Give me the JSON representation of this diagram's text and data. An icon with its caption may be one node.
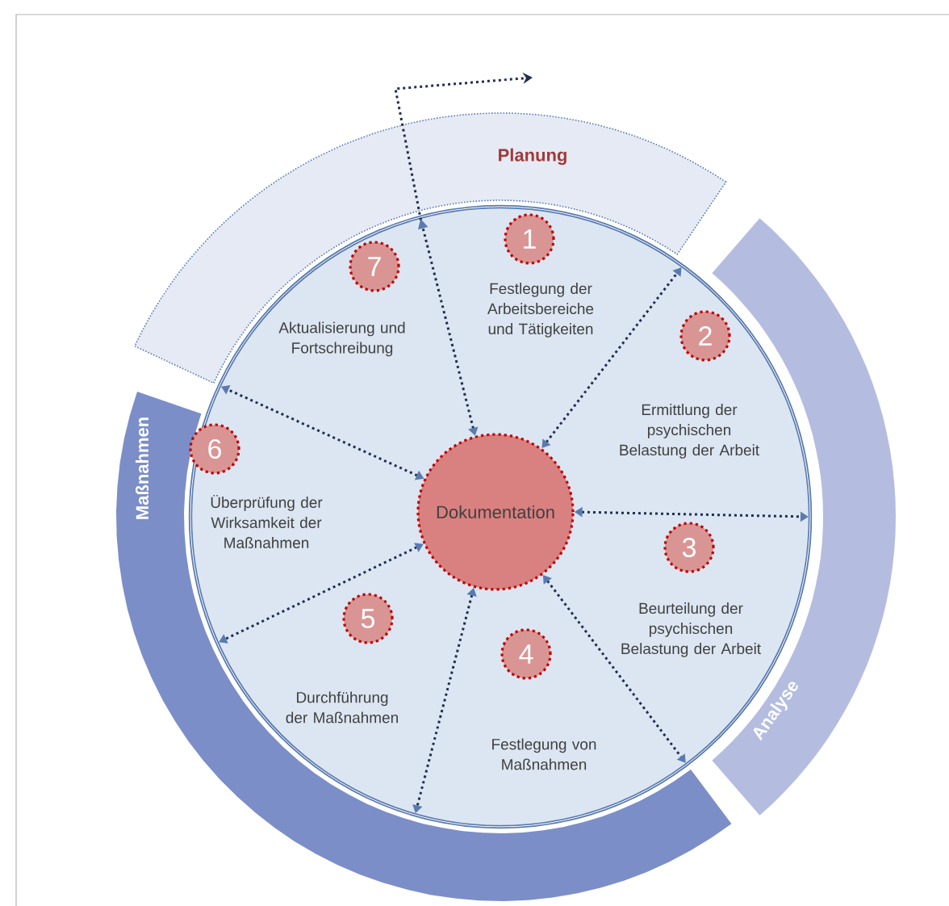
{
  "diagram": {
    "nodes": [
      {
        "text": [
          "Planung"
        ]
      },
      {
        "text": [
          "Maßnahmen"
        ]
      },
      {
        "text": [
          "Analyse"
        ]
      },
      {
        "text": [
          "Dokumentation"
        ]
      },
      {
        "text": [
          "1"
        ]
      },
      {
        "text": [
          "2"
        ]
      },
      {
        "text": [
          "3"
        ]
      },
      {
        "text": [
          "4"
        ]
      },
      {
        "text": [
          "5"
        ]
      },
      {
        "text": [
          "6"
        ]
      },
      {
        "text": [
          "7"
        ]
      }
    ],
    "edges": [
      {
        "from": 3,
        "to": null,
        "arrow": "both"
      },
      {
        "from": 3,
        "to": null,
        "arrow": "both"
      },
      {
        "from": 3,
        "to": null,
        "arrow": "both"
      },
      {
        "from": 3,
        "to": null,
        "arrow": "both"
      },
      {
        "from": 3,
        "to": null,
        "arrow": "both"
      },
      {
        "from": 3,
        "to": null,
        "arrow": "both"
      },
      {
        "from": 3,
        "to": null,
        "arrow": "both"
      }
    ],
    "labels": [
      "Festlegung der Arbeitsbereiche und Tätigkeiten",
      "Ermittlung der psychischen Belastung der Arbeit",
      "Beurteilung der psychischen Belastung der Arbeit",
      "Festlegung von Maßnahmen",
      "Durchführung der Maßnahmen",
      "Überprüfung der Wirksamkeit der Maßnahmen",
      "Aktualisierung und Fortschreibung"
    ]
  }
}
